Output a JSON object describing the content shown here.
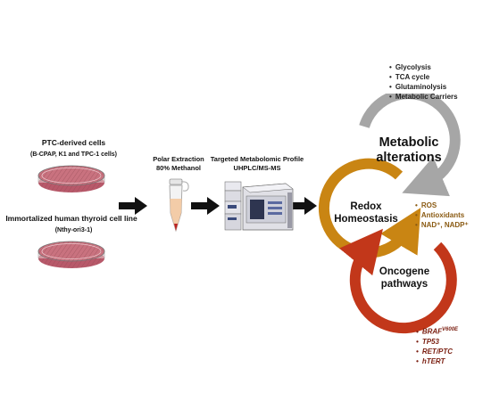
{
  "cells": {
    "ptc_title": "PTC-derived cells",
    "ptc_sub": "(B-CPAP, K1 and TPC-1 cells)",
    "immortal_title": "Immortalized human thyroid cell line",
    "immortal_sub": "(Nthy-ori3-1)"
  },
  "extraction": {
    "line1": "Polar Extraction",
    "line2": "80% Methanol"
  },
  "profile": {
    "line1": "Targeted Metabolomic Profile",
    "line2": "UHPLC/MS-MS"
  },
  "metabolic": {
    "title_l1": "Metabolic",
    "title_l2": "alterations",
    "items": [
      "Glycolysis",
      "TCA cycle",
      "Glutaminolysis",
      "Metabolic Carriers"
    ],
    "color": "#a6a6a6"
  },
  "redox": {
    "title_l1": "Redox",
    "title_l2": "Homeostasis",
    "items": [
      "ROS",
      "Antioxidants",
      "NAD⁺, NADP⁺"
    ],
    "color": "#c98513"
  },
  "oncogene": {
    "title_l1": "Oncogene",
    "title_l2": "pathways",
    "item_braf": "BRAF",
    "item_braf_sup": "V600E",
    "items": [
      "TP53",
      "RET/PTC",
      "hTERT"
    ],
    "color": "#c2371a"
  }
}
